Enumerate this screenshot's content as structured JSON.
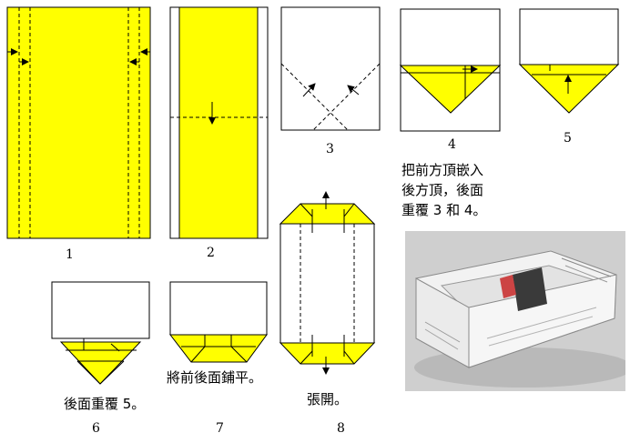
{
  "steps": [
    {
      "number": "1"
    },
    {
      "number": "2"
    },
    {
      "number": "3"
    },
    {
      "number": "4"
    },
    {
      "number": "5"
    },
    {
      "number": "6"
    },
    {
      "number": "7"
    },
    {
      "number": "8"
    }
  ],
  "captions": {
    "step4": "把前方頂嵌入\n後方頂，後面\n重覆 3 和 4。",
    "step6": "後面重覆 5。",
    "step7": "將前後面鋪平。",
    "step8": "張開。"
  },
  "colors": {
    "paper": "#ffff00",
    "outline": "#000000",
    "background": "#ffffff"
  }
}
